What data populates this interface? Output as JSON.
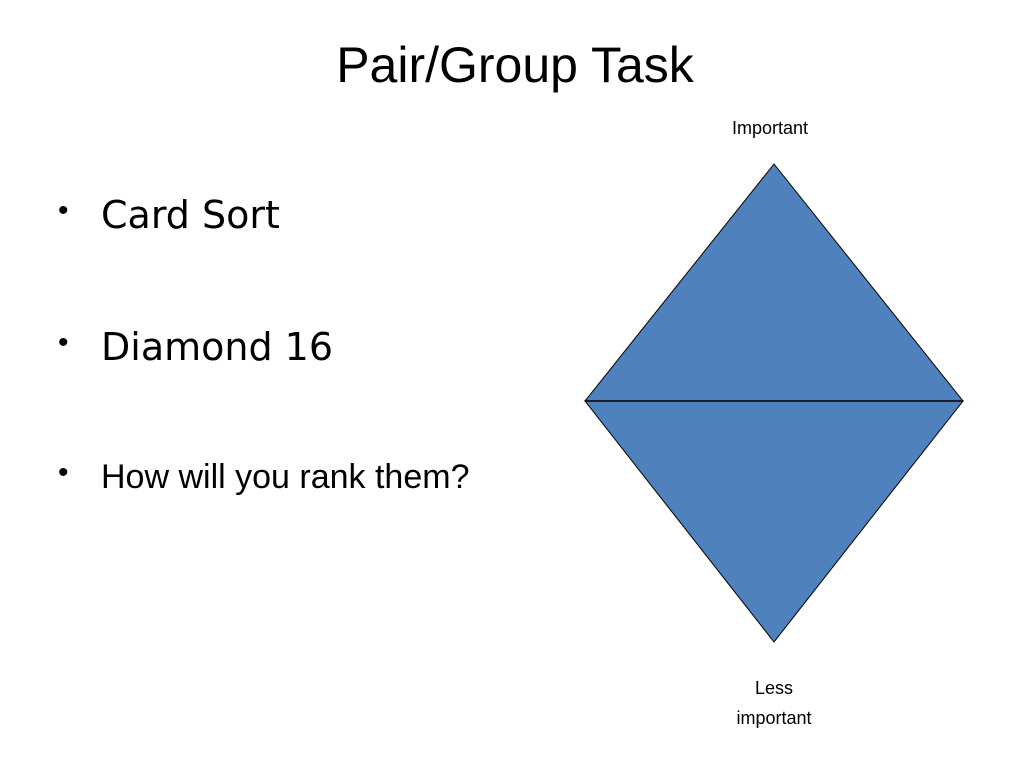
{
  "slide": {
    "title": "Pair/Group Task",
    "bullets": [
      "Card Sort",
      "Diamond 16",
      "How will you rank them?"
    ],
    "bullet_glyph": "•"
  },
  "diagram": {
    "top_label": "Important",
    "bottom_label_line1": "Less",
    "bottom_label_line2": "important",
    "fill_color": "#4F81BD",
    "stroke_color": "#000000"
  }
}
